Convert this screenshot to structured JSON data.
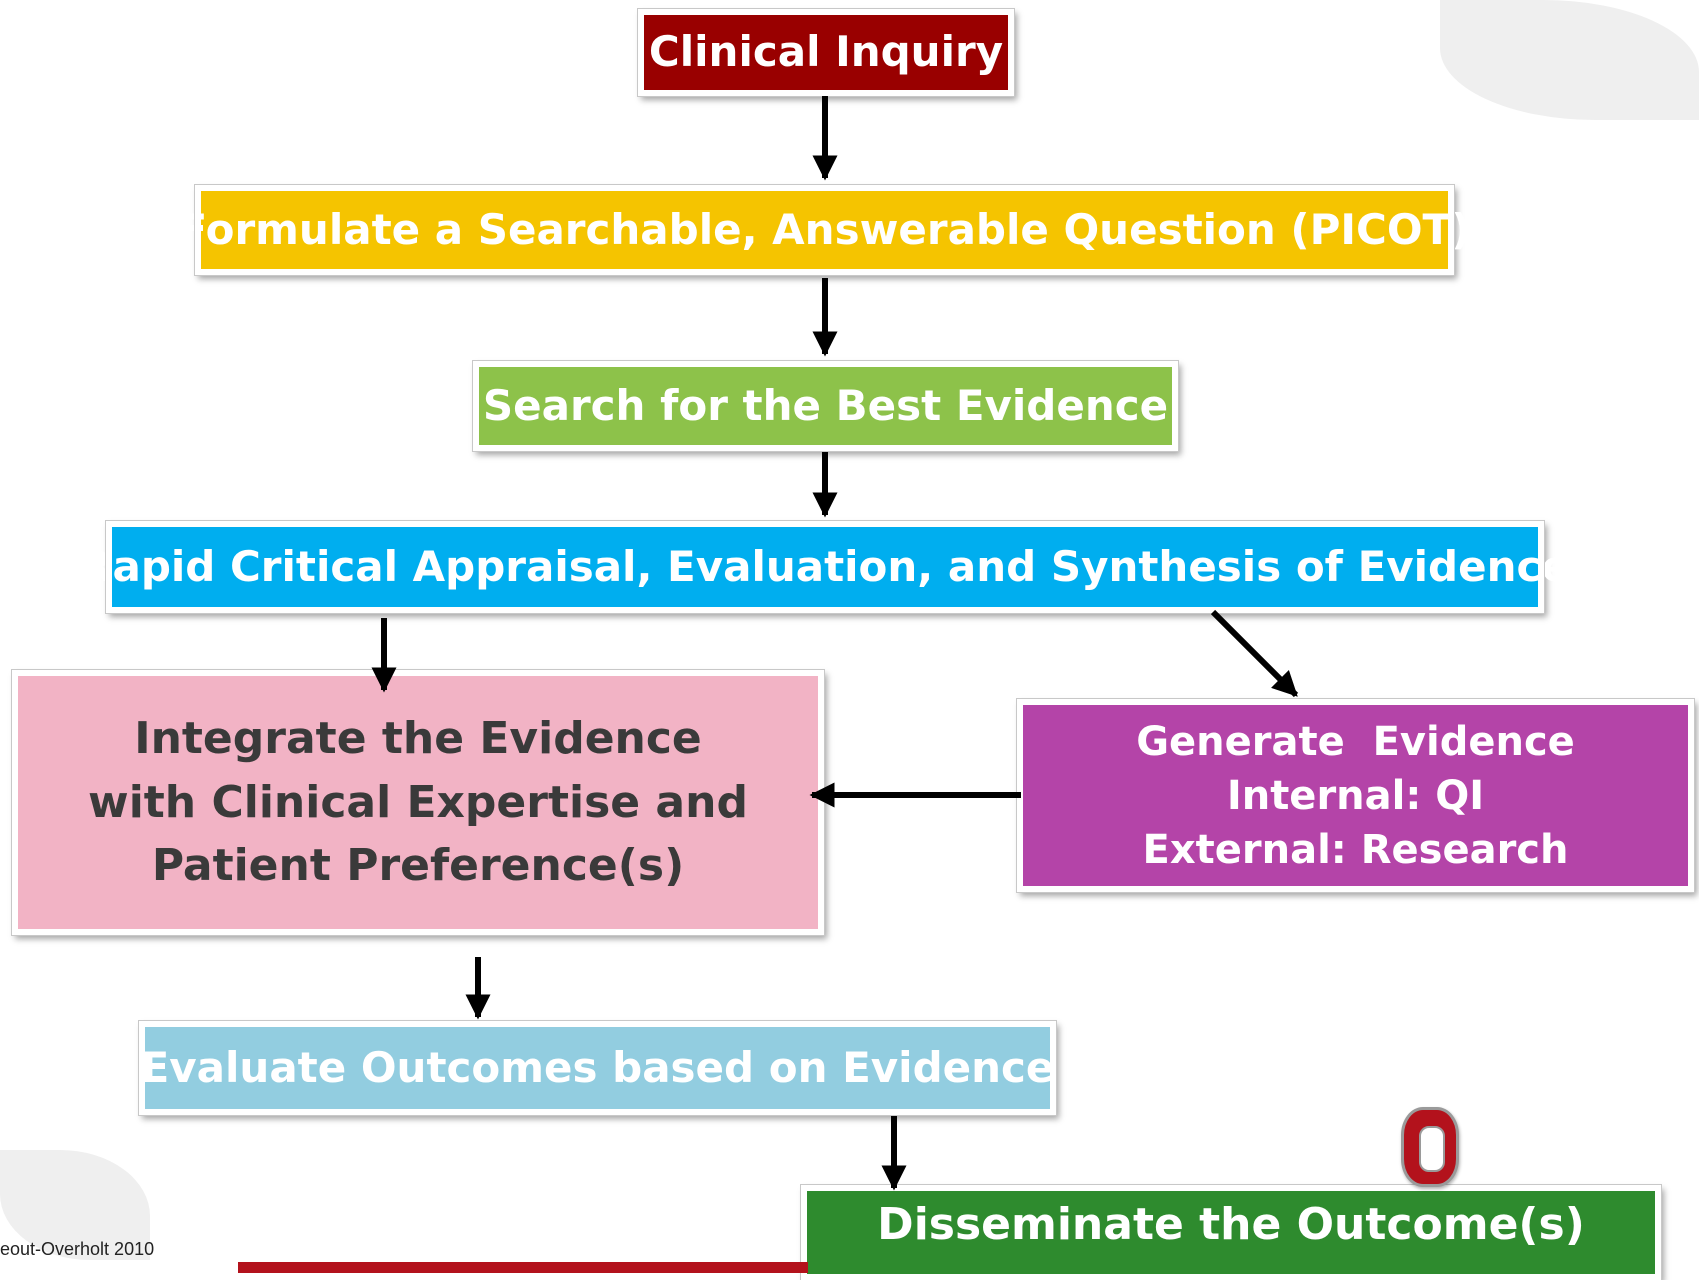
{
  "steps": {
    "clinical_inquiry": "Clinical Inquiry",
    "formulate": "Formulate a Searchable, Answerable Question (PICOT)",
    "search": "Search for the Best Evidence",
    "appraisal": "Rapid Critical Appraisal, Evaluation, and Synthesis of Evidence",
    "integrate": {
      "line1": "Integrate the Evidence",
      "line2": "with Clinical Expertise and",
      "line3": "Patient Preference(s)"
    },
    "generate": {
      "line1": "Generate  Evidence",
      "line2": "Internal: QI",
      "line3": "External: Research"
    },
    "evaluate": "Evaluate Outcomes based on Evidence",
    "disseminate": "Disseminate the Outcome(s)"
  },
  "footer": {
    "credit": "eout-Overholt 2010"
  },
  "colors": {
    "clinical_inquiry": "#990000",
    "formulate": "#f5c400",
    "search": "#8dc24a",
    "appraisal": "#00aeef",
    "integrate": "#f2b3c5",
    "generate": "#b444a8",
    "evaluate": "#92cde0",
    "disseminate": "#2e8b2e"
  },
  "icons": {
    "logo": "block-o-logo-icon"
  }
}
